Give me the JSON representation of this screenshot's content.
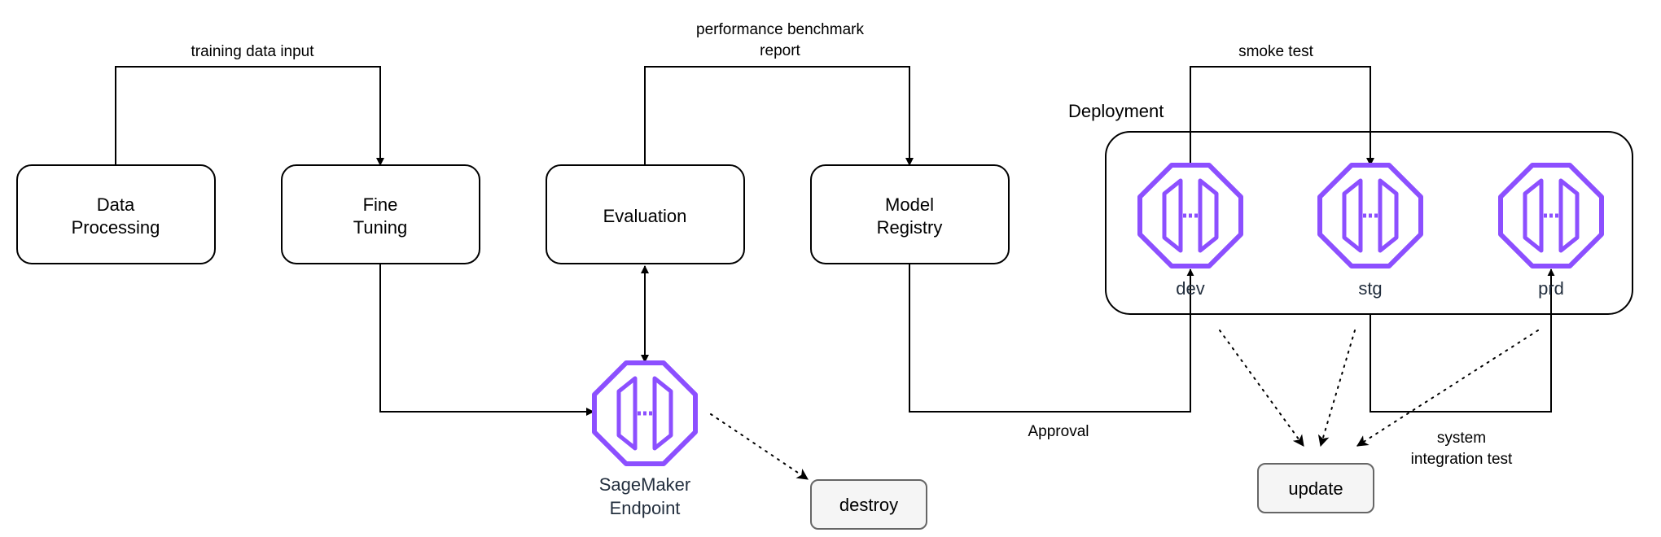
{
  "nodes": {
    "data_processing": {
      "line1": "Data",
      "line2": "Processing"
    },
    "fine_tuning": {
      "line1": "Fine",
      "line2": "Tuning"
    },
    "evaluation": {
      "label": "Evaluation"
    },
    "model_registry": {
      "line1": "Model",
      "line2": "Registry"
    },
    "destroy": {
      "label": "destroy"
    },
    "update": {
      "label": "update"
    }
  },
  "endpoint": {
    "line1": "SageMaker",
    "line2": "Endpoint"
  },
  "deployment": {
    "title": "Deployment",
    "stages": [
      {
        "label": "dev"
      },
      {
        "label": "stg"
      },
      {
        "label": "prd"
      }
    ]
  },
  "edges": {
    "training_data_input": "training data input",
    "performance_benchmark_line1": "performance benchmark",
    "performance_benchmark_line2": "report",
    "smoke_test": "smoke test",
    "approval": "Approval",
    "system_integration_line1": "system",
    "system_integration_line2": "integration test"
  },
  "colors": {
    "icon_purple": "#8c4fff",
    "icon_text": "#232f3e",
    "button_fill": "#f5f5f5",
    "button_stroke": "#666666"
  },
  "icons": {
    "endpoint_icon": "sagemaker-endpoint-icon"
  }
}
